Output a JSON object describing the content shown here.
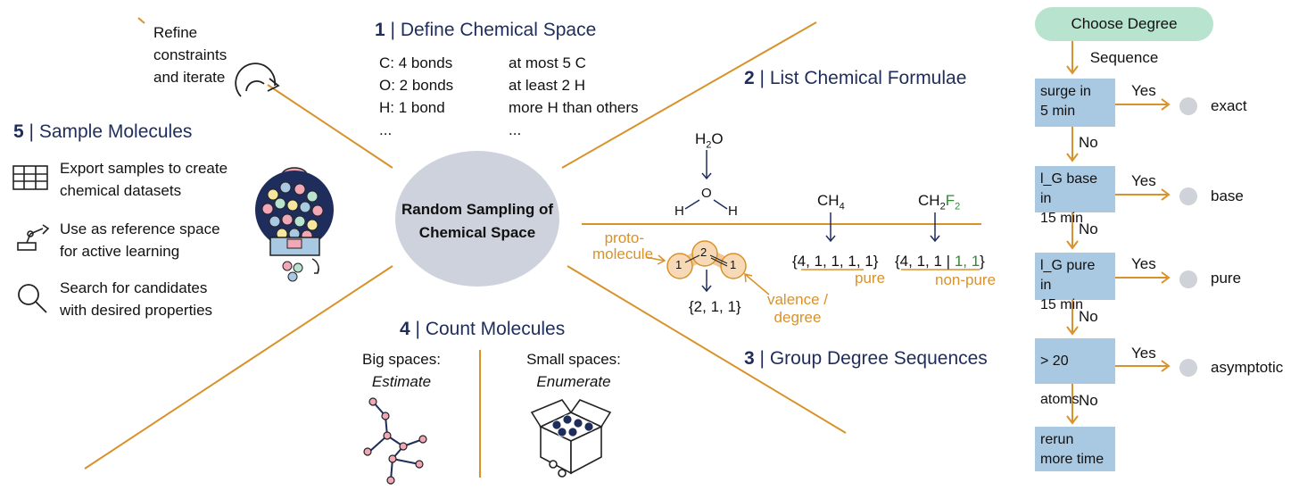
{
  "center": {
    "line1": "Random Sampling of",
    "line2": "Chemical Space"
  },
  "step1": {
    "num": "1",
    "title": "Define Chemical Space",
    "left": [
      "C: 4 bonds",
      "O: 2 bonds",
      "H: 1 bond",
      "..."
    ],
    "right": [
      "at most 5 C",
      "at least 2 H",
      "more H than others",
      "..."
    ]
  },
  "step2": {
    "num": "2",
    "title": "List Chemical Formulae"
  },
  "step3": {
    "num": "3",
    "title": "Group Degree Sequences"
  },
  "step4": {
    "num": "4",
    "title": "Count Molecules",
    "big_label": "Big spaces:",
    "big_method": "Estimate",
    "small_label": "Small spaces:",
    "small_method": "Enumerate"
  },
  "step5": {
    "num": "5",
    "title": "Sample Molecules",
    "items": [
      {
        "icon": "table-icon",
        "line1": "Export samples to create",
        "line2": "chemical datasets"
      },
      {
        "icon": "robot-arm-icon",
        "line1": "Use as reference space",
        "line2": "for active learning"
      },
      {
        "icon": "magnifier-icon",
        "line1": "Search for candidates",
        "line2": "with desired properties"
      }
    ]
  },
  "refine": {
    "line1": "Refine",
    "line2": "constraints",
    "line3": "and iterate"
  },
  "chem": {
    "h2o_main": "H",
    "h2o_sub": "2",
    "h2o_end": "O",
    "atom_o": "O",
    "atom_h": "H",
    "ch4_main": "CH",
    "ch4_sub": "4",
    "ch2f2_a": "CH",
    "ch2f2_sub1": "2",
    "ch2f2_f": "F",
    "ch2f2_sub2": "2",
    "proto_line1": "proto-",
    "proto_line2": "molecule",
    "node_left": "1",
    "node_mid": "2",
    "node_right": "1",
    "seq_h2o": "{2, 1, 1}",
    "seq_ch4": "{4, 1, 1, 1, 1}",
    "seq_ch2f2_a": "{4, 1, 1 |",
    "seq_ch2f2_b": "1, 1",
    "seq_ch2f2_c": "}",
    "pure_label": "pure",
    "nonpure_label": "non-pure",
    "valence_line1": "valence /",
    "valence_line2": "degree"
  },
  "flowchart": {
    "start": "Choose Degree Sequence",
    "steps": [
      {
        "line1": "surge in",
        "line2": "5 min",
        "yes": "Yes",
        "no": "No",
        "result": "exact"
      },
      {
        "line1": "l_G base in",
        "line2": "15 min",
        "yes": "Yes",
        "no": "No",
        "result": "base"
      },
      {
        "line1": "l_G pure in",
        "line2": "15 min",
        "yes": "Yes",
        "no": "No",
        "result": "pure"
      },
      {
        "line1": "> 20 atoms",
        "line2": "",
        "yes": "Yes",
        "no": "No",
        "result": "asymptotic"
      }
    ],
    "end": {
      "line1": "rerun",
      "line2": "more time"
    }
  },
  "colors": {
    "navy": "#1f2d5c",
    "orange": "#d9922a",
    "box": "#a9c8e2",
    "pill": "#b7e3cf",
    "center": "#cdd2dc"
  }
}
